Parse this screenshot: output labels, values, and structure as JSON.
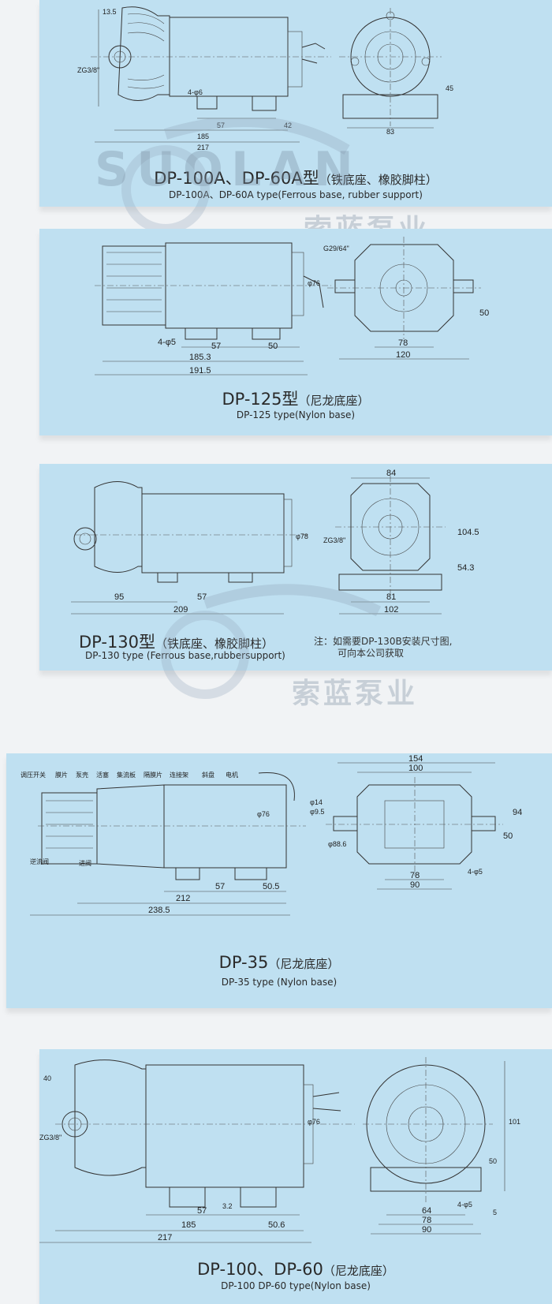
{
  "panels": [
    {
      "title_model": "DP-100A、DP-60A型",
      "title_zh": "（铁底座、橡胶脚柱）",
      "subtitle": "DP-100A、DP-60A  type(Ferrous base, rubber support)",
      "dims": {
        "d1": "13.5",
        "d2": "ZG3/8\"",
        "d3": "4-φ6",
        "d4": "57",
        "d5": "42",
        "d6": "185",
        "d7": "217",
        "d8": "83",
        "d9": "45"
      }
    },
    {
      "title_model": "DP-125型",
      "title_zh": "（尼龙底座）",
      "subtitle": "DP-125 type(Nylon base)",
      "dims": {
        "d1": "G29/64\"",
        "d2": "φ76",
        "d3": "4-φ5",
        "d4": "57",
        "d5": "50",
        "d6": "185.3",
        "d7": "191.5",
        "d8": "78",
        "d9": "120",
        "d10": "50"
      }
    },
    {
      "title_model": "DP-130型",
      "title_zh": "（铁底座、橡胶脚柱）",
      "subtitle": "DP-130 type (Ferrous  base,rubbersupport)",
      "note": [
        "注：如需要DP-130B安装尺寸图,",
        "可向本公司获取"
      ],
      "dims": {
        "d1": "φ78",
        "d2": "95",
        "d3": "57",
        "d4": "209",
        "d5": "84",
        "d6": "ZG3/8\"",
        "d7": "104.5",
        "d8": "54.3",
        "d9": "81",
        "d10": "102"
      }
    },
    {
      "title_model": "DP-35",
      "title_zh": "（尼龙底座）",
      "subtitle": "DP-35 type (Nylon  base)",
      "parts": [
        "调压开关",
        "膜片",
        "泵壳",
        "活塞",
        "集流板",
        "隔膜片",
        "连接架",
        "斜盘",
        "电机"
      ],
      "parts_bottom": [
        "逆流阀",
        "进阀"
      ],
      "dims": {
        "d1": "φ76",
        "d2": "57",
        "d3": "50.5",
        "d4": "212",
        "d5": "238.5",
        "d6": "154",
        "d7": "100",
        "d8": "φ14",
        "d9": "φ9.5",
        "d10": "φ88.6",
        "d11": "94",
        "d12": "50",
        "d13": "78",
        "d14": "90",
        "d15": "4-φ5"
      }
    },
    {
      "title_model": "DP-100、DP-60",
      "title_zh": "（尼龙底座）",
      "subtitle": "DP-100  DP-60 type(Nylon  base)",
      "dims": {
        "d1": "40",
        "d2": "ZG3/8\"",
        "d3": "φ76",
        "d4": "57",
        "d5": "50.6",
        "d6": "185",
        "d7": "217",
        "d8": "3.2",
        "d9": "101",
        "d10": "50",
        "d11": "4-φ5",
        "d12": "64",
        "d13": "78",
        "d14": "90",
        "d15": "5"
      }
    }
  ],
  "watermark": {
    "latin": "SUOLAN",
    "zh": "索蓝泵业"
  },
  "colors": {
    "panel": "#bfe0f1",
    "background": "#f1f3f5",
    "watermark": "#8aa6bd"
  }
}
